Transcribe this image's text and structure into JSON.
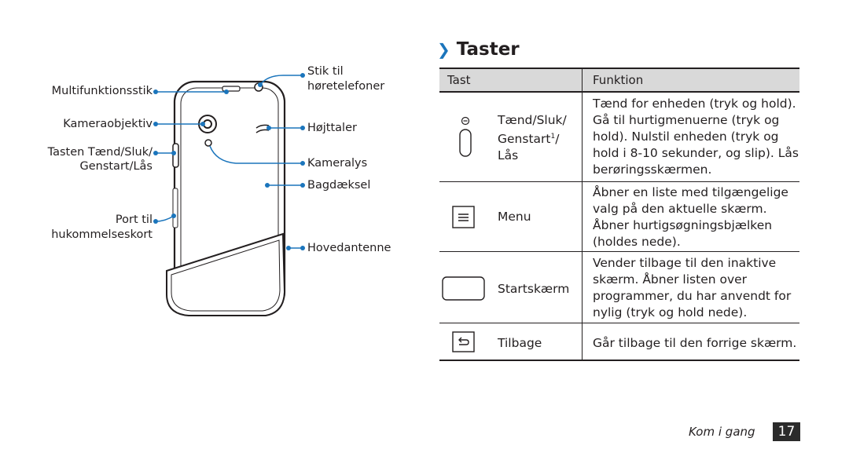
{
  "diagram": {
    "labels": {
      "multifunction": "Multifunktionsstik",
      "camera_lens": "Kameraobjektiv",
      "power_key_line1": "Tasten Tænd/Sluk/",
      "power_key_line2": "Genstart/Lås",
      "memory_line1": "Port til",
      "memory_line2": "hukommelseskort",
      "headset_line1": "Stik til",
      "headset_line2": "høretelefoner",
      "speaker": "Højttaler",
      "camera_light": "Kameralys",
      "back_cover": "Bagdæksel",
      "main_antenna": "Hovedantenne"
    }
  },
  "section": {
    "title": "Taster"
  },
  "table": {
    "headers": {
      "key": "Tast",
      "function": "Funktion"
    },
    "rows": [
      {
        "key_lines": [
          "Tænd/Sluk/",
          "Genstart",
          "Lås"
        ],
        "footnote": "1",
        "icon": "power-key-icon",
        "function_lines": [
          "Tænd for enheden (tryk og hold).",
          "Gå til hurtigmenuerne (tryk og",
          "hold). Nulstil enheden (tryk og",
          "hold i 8-10 sekunder, og slip). Lås",
          "berøringsskærmen."
        ]
      },
      {
        "key_lines": [
          "Menu"
        ],
        "icon": "menu-key-icon",
        "function_lines": [
          "Åbner en liste med tilgængelige",
          "valg på den aktuelle skærm.",
          "Åbner hurtigsøgningsbjælken",
          "(holdes nede)."
        ]
      },
      {
        "key_lines": [
          "Startskærm"
        ],
        "icon": "home-key-icon",
        "function_lines": [
          "Vender tilbage til den inaktive",
          "skærm. Åbner listen over",
          "programmer, du har anvendt for",
          "nylig (tryk og hold nede)."
        ]
      },
      {
        "key_lines": [
          "Tilbage"
        ],
        "icon": "back-key-icon",
        "function_lines": [
          "Går tilbage til den forrige skærm."
        ]
      }
    ]
  },
  "footer": {
    "section": "Kom i gang",
    "page": "17"
  },
  "colors": {
    "accent": "#1b75bc",
    "header_bg": "#d9d9d9",
    "text": "#231f20"
  }
}
